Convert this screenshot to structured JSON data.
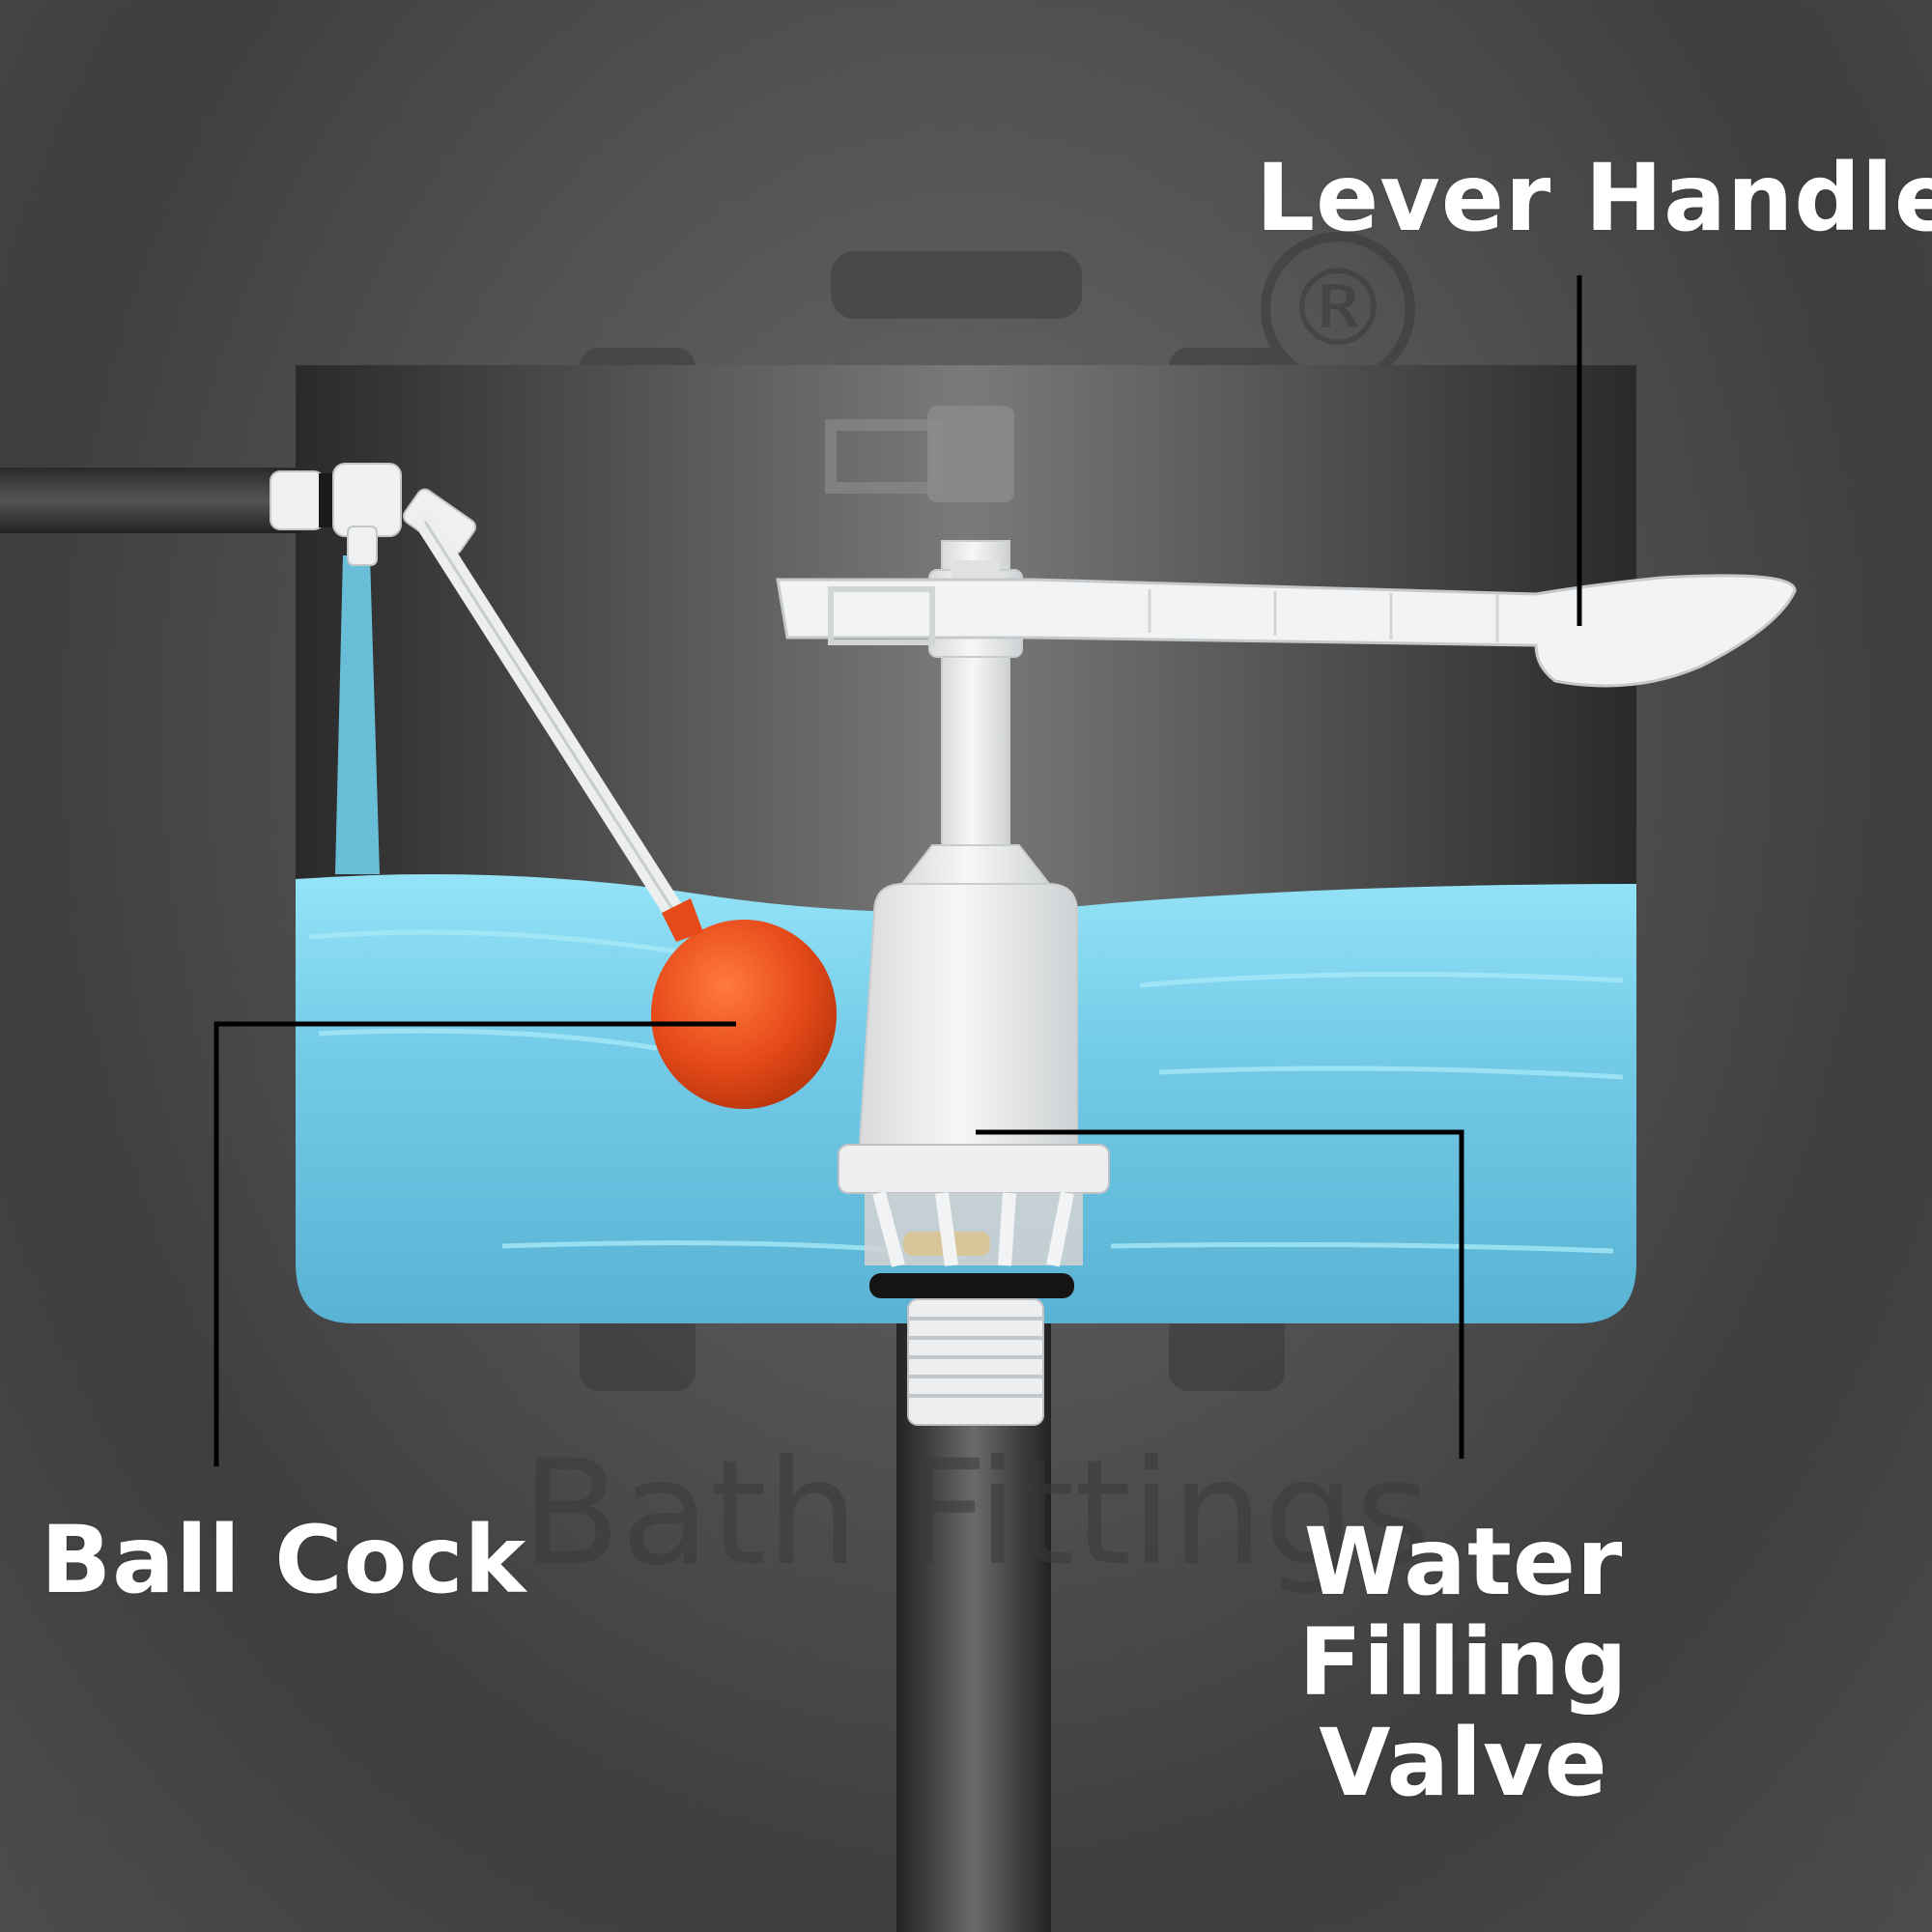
{
  "labels": {
    "lever_handle": "Lever Handle",
    "ball_cock": "Ball Cock",
    "water_filling_valve_line1": "Water Filling",
    "water_filling_valve_line2": "Valve"
  },
  "watermark": {
    "brand_text": "Bath Fittings",
    "registered_mark": "®"
  },
  "colors": {
    "background": "#555555",
    "tank_dark": "#2e2e2e",
    "water_light": "#8ee0f6",
    "water_mid": "#6ec9e6",
    "water_deep": "#5ab3d3",
    "ball": "#e64a19",
    "plastic": "#f1f3f4",
    "label_text": "#ffffff",
    "leader_line": "#000000"
  }
}
